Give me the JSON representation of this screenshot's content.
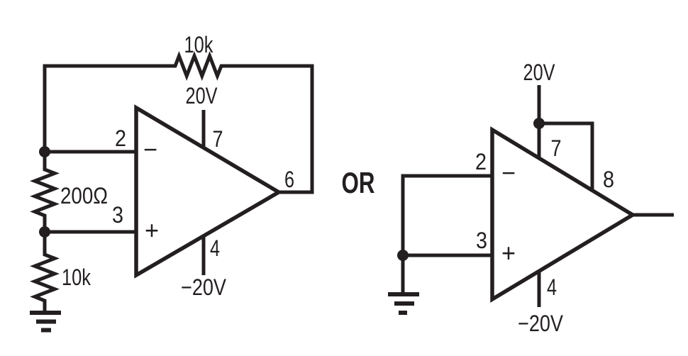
{
  "colors": {
    "ink": "#231f20",
    "background": "#ffffff"
  },
  "or_label": "OR",
  "left_circuit": {
    "feedback_resistor": "10k",
    "positive_supply": "20V",
    "negative_supply": "−20V",
    "pin_inverting": "2",
    "pin_noninverting": "3",
    "pin_v_minus": "4",
    "pin_output": "6",
    "pin_v_plus": "7",
    "inverting_sign": "−",
    "noninverting_sign": "+",
    "divider_upper_resistor": "200Ω",
    "divider_lower_resistor": "10k"
  },
  "right_circuit": {
    "positive_supply": "20V",
    "negative_supply": "−20V",
    "pin_inverting": "2",
    "pin_noninverting": "3",
    "pin_v_minus": "4",
    "pin_v_plus": "7",
    "pin_8": "8",
    "inverting_sign": "−",
    "noninverting_sign": "+"
  }
}
